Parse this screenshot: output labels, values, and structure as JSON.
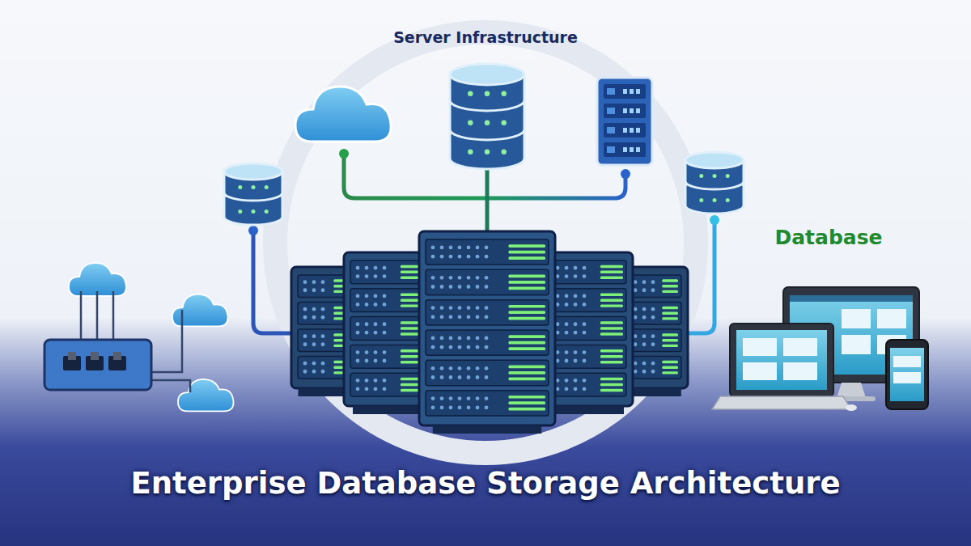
{
  "diagram": {
    "title": "Enterprise Database Storage Architecture",
    "labels": [
      "Server Infrastructure",
      "Database"
    ]
  }
}
